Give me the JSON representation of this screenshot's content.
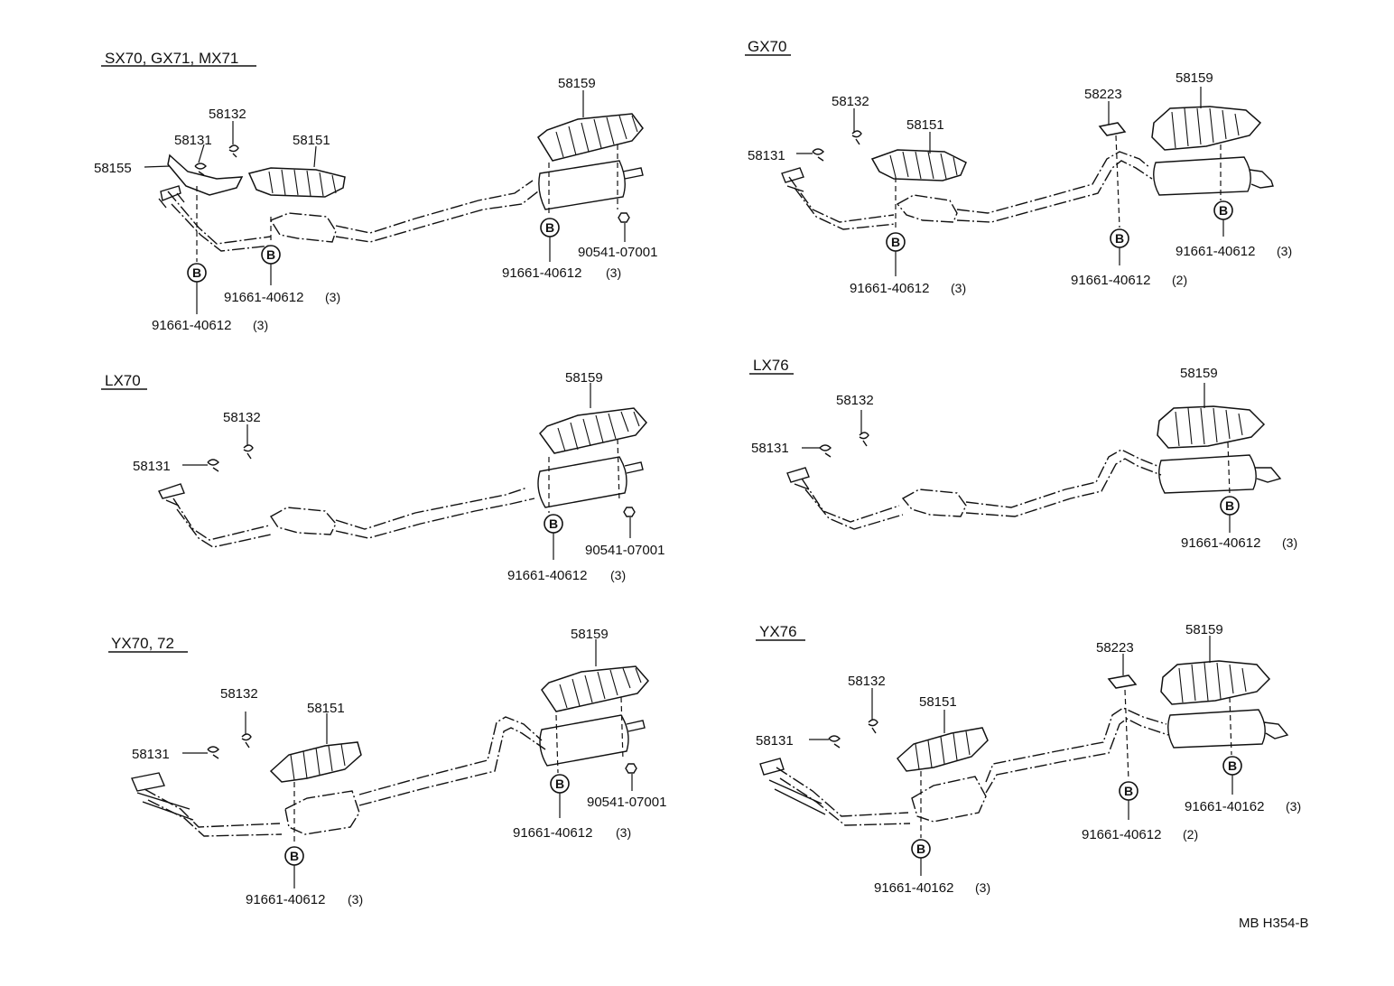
{
  "diagram": {
    "code": "MB H354-B",
    "panels": [
      {
        "id": "p1",
        "title": "SX70, GX71, MX71",
        "labels": {
          "l58155": "58155",
          "l58131": "58131",
          "l58132": "58132",
          "l58151": "58151",
          "l58159": "58159",
          "nut": "90541-07001",
          "bolt_rear": "91661-40612",
          "bolt_rear_qty": "(3)",
          "bolt_mid": "91661-40612",
          "bolt_mid_qty": "(3)",
          "bolt_front": "91661-40612",
          "bolt_front_qty": "(3)"
        }
      },
      {
        "id": "p2",
        "title": "GX70",
        "labels": {
          "l58132": "58132",
          "l58151": "58151",
          "l58131": "58131",
          "l58223": "58223",
          "l58159": "58159",
          "bolt_front": "91661-40612",
          "bolt_front_qty": "(3)",
          "bolt_mid": "91661-40612",
          "bolt_mid_qty": "(2)",
          "bolt_rear": "91661-40612",
          "bolt_rear_qty": "(3)"
        }
      },
      {
        "id": "p3",
        "title": "LX70",
        "labels": {
          "l58132": "58132",
          "l58131": "58131",
          "l58159": "58159",
          "nut": "90541-07001",
          "bolt_rear": "91661-40612",
          "bolt_rear_qty": "(3)"
        }
      },
      {
        "id": "p4",
        "title": "LX76",
        "labels": {
          "l58132": "58132",
          "l58131": "58131",
          "l58159": "58159",
          "bolt_rear": "91661-40612",
          "bolt_rear_qty": "(3)"
        }
      },
      {
        "id": "p5",
        "title": "YX70, 72",
        "labels": {
          "l58132": "58132",
          "l58151": "58151",
          "l58131": "58131",
          "l58159": "58159",
          "nut": "90541-07001",
          "bolt_rear": "91661-40612",
          "bolt_rear_qty": "(3)",
          "bolt_front": "91661-40612",
          "bolt_front_qty": "(3)"
        }
      },
      {
        "id": "p6",
        "title": "YX76",
        "labels": {
          "l58132": "58132",
          "l58151": "58151",
          "l58131": "58131",
          "l58223": "58223",
          "l58159": "58159",
          "bolt_front": "91661-40162",
          "bolt_front_qty": "(3)",
          "bolt_mid": "91661-40612",
          "bolt_mid_qty": "(2)",
          "bolt_rear": "91661-40162",
          "bolt_rear_qty": "(3)"
        }
      }
    ],
    "callout_letter": "B"
  }
}
